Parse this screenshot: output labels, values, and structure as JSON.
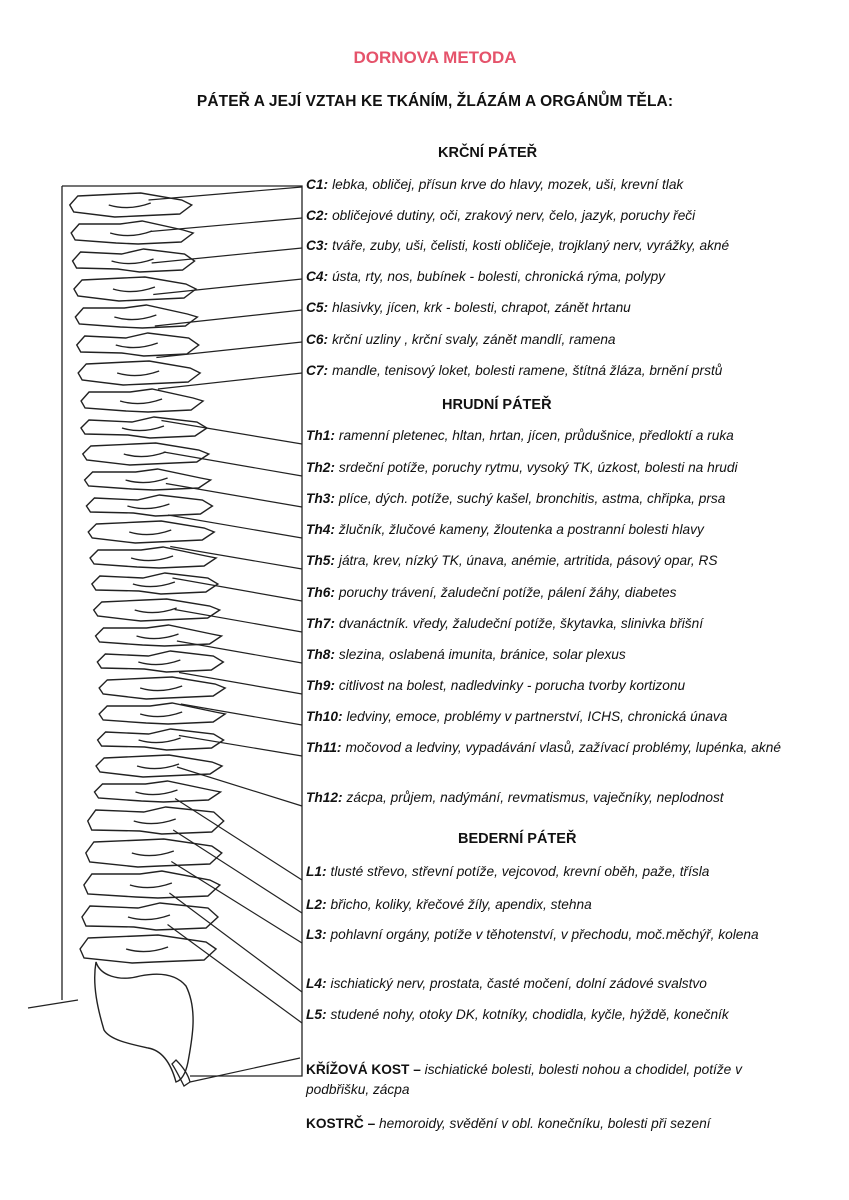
{
  "title": "DORNOVA METODA",
  "subtitle": "PÁTEŘ A JEJÍ VZTAH KE TKÁNÍM, ŽLÁZÁM A ORGÁNŮM TĚLA:",
  "colors": {
    "title": "#e5536b",
    "text": "#111111"
  },
  "sections": [
    {
      "heading": "KRČNÍ PÁTEŘ",
      "entries": [
        {
          "code": "C1:",
          "desc": "lebka, obličej,  přísun krve do hlavy,  mozek, uši, krevní tlak"
        },
        {
          "code": "C2:",
          "desc": "obličejové dutiny, oči, zrakový nerv, čelo, jazyk, poruchy řeči"
        },
        {
          "code": "C3:",
          "desc": "tváře, zuby, uši, čelisti, kosti obličeje,  trojklaný nerv, vyrážky, akné"
        },
        {
          "code": "C4:",
          "desc": "ústa, rty, nos, bubínek - bolesti, chronická rýma, polypy"
        },
        {
          "code": "C5:",
          "desc": "hlasivky, jícen, krk - bolesti, chrapot, zánět hrtanu"
        },
        {
          "code": "C6:",
          "desc": "krční uzliny , krční  svaly, zánět mandlí, ramena"
        },
        {
          "code": "C7:",
          "desc": "mandle, tenisový loket, bolesti ramene, štítná žláza, brnění prstů"
        }
      ]
    },
    {
      "heading": "HRUDNÍ PÁTEŘ",
      "entries": [
        {
          "code": "Th1:",
          "desc": "ramenní pletenec, hltan, hrtan, jícen, průdušnice, předloktí a ruka"
        },
        {
          "code": "Th2:",
          "desc": "srdeční potíže, poruchy rytmu, vysoký TK, úzkost, bolesti na hrudi"
        },
        {
          "code": "Th3:",
          "desc": "plíce, dých.  potíže, suchý kašel, bronchitis, astma, chřipka, prsa"
        },
        {
          "code": "Th4:",
          "desc": "žlučník, žlučové kameny, žloutenka a postranní bolesti hlavy"
        },
        {
          "code": "Th5:",
          "desc": "játra, krev, nízký TK, únava, anémie, artritida, pásový opar, RS"
        },
        {
          "code": "Th6:",
          "desc": "poruchy trávení, žaludeční potíže, pálení žáhy, diabetes"
        },
        {
          "code": "Th7:",
          "desc": "dvanáctník. vředy, žaludeční potíže, škytavka, slinivka břišní"
        },
        {
          "code": "Th8:",
          "desc": "slezina, oslabená imunita, bránice, solar plexus"
        },
        {
          "code": "Th9:",
          "desc": "citlivost na bolest, nadledvinky - porucha tvorby kortizonu"
        },
        {
          "code": "Th10:",
          "desc": "ledviny, emoce, problémy v partnerství, ICHS, chronická únava"
        },
        {
          "code": "Th11:",
          "desc": "močovod a ledviny, vypadávání vlasů, zažívací problémy, lupénka, akné"
        },
        {
          "code": "Th12:",
          "desc": "zácpa, průjem, nadýmání, revmatismus, vaječníky, neplodnost"
        }
      ]
    },
    {
      "heading": "BEDERNÍ PÁTEŘ",
      "entries": [
        {
          "code": "L1:",
          "desc": "tlusté střevo,  střevní potíže, vejcovod, krevní oběh,  paže, třísla"
        },
        {
          "code": "L2:",
          "desc": "břicho, koliky, křečové žíly, apendix, stehna"
        },
        {
          "code": "L3:",
          "desc": "pohlavní orgány,  potíže v těhotenství, v  přechodu, moč.měchýř, kolena"
        },
        {
          "code": "L4:",
          "desc": "ischiatický nerv, prostata, časté močení, dolní zádové svalstvo"
        },
        {
          "code": "L5:",
          "desc": "studené nohy, otoky DK, kotníky, chodidla, kyčle, hýždě, konečník"
        }
      ]
    }
  ],
  "bottom_entries": [
    {
      "code": "KŘÍŽOVÁ KOST –",
      "desc": "ischiatické bolesti, bolesti nohou a chodidel, potíže v podbřišku, zácpa"
    },
    {
      "code": "KOSTRČ –",
      "desc": "hemoroidy, svědění v obl. konečníku, bolesti při sezení"
    }
  ]
}
